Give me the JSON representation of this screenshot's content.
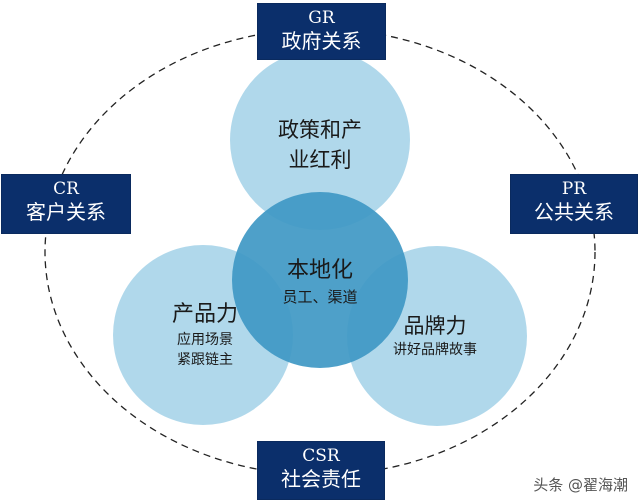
{
  "colors": {
    "box_fill": "#0b2f6b",
    "outer_circle_fill": "#acd6ea",
    "center_circle_fill": "#3f98c4",
    "dashed_ring": "#222222"
  },
  "boxes": {
    "gr": {
      "en": "GR",
      "zh": "政府关系"
    },
    "cr": {
      "en": "CR",
      "zh": "客户关系"
    },
    "pr": {
      "en": "PR",
      "zh": "公共关系"
    },
    "csr": {
      "en": "CSR",
      "zh": "社会责任"
    }
  },
  "circles": {
    "policy": {
      "line1": "政策和产",
      "line2": "业红利"
    },
    "localization": {
      "title": "本地化",
      "sub": "员工、渠道"
    },
    "product": {
      "title": "产品力",
      "sub1": "应用场景",
      "sub2": "紧跟链主"
    },
    "brand": {
      "title": "品牌力",
      "sub": "讲好品牌故事"
    }
  },
  "watermark": "头条 @翟海潮"
}
